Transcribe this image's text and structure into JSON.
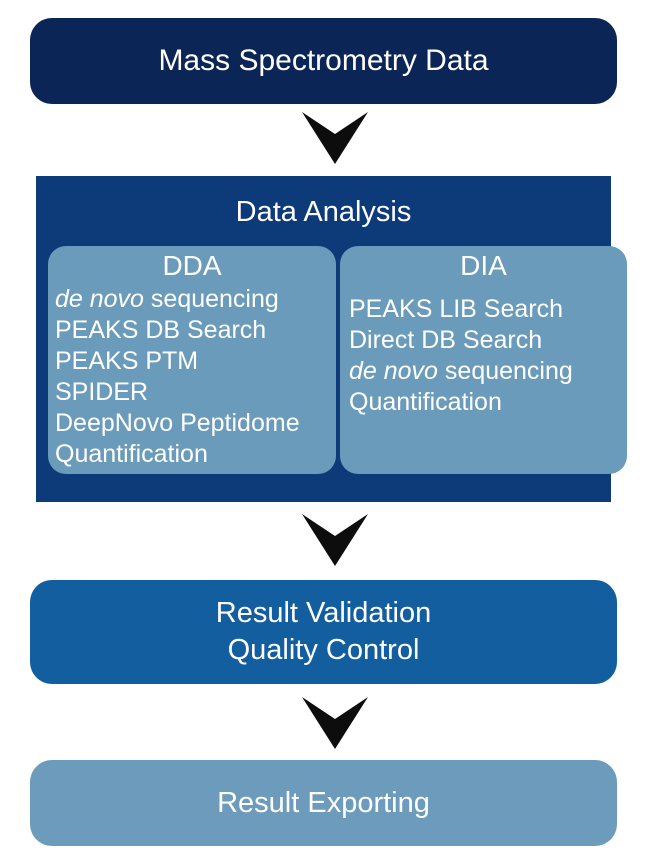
{
  "diagram": {
    "steps": {
      "mass_spec": "Mass Spectrometry Data",
      "analysis": "Data Analysis",
      "validation_line1": "Result Validation",
      "validation_line2": "Quality Control",
      "exporting": "Result Exporting"
    },
    "dda": {
      "title": "DDA",
      "items": [
        {
          "italic": "de novo",
          "text": " sequencing"
        },
        {
          "italic": "",
          "text": "PEAKS DB Search"
        },
        {
          "italic": "",
          "text": "PEAKS PTM"
        },
        {
          "italic": "",
          "text": "SPIDER"
        },
        {
          "italic": "",
          "text": "DeepNovo Peptidome"
        },
        {
          "italic": "",
          "text": "Quantification"
        }
      ]
    },
    "dia": {
      "title": "DIA",
      "items": [
        {
          "italic": "",
          "text": "PEAKS LIB Search"
        },
        {
          "italic": "",
          "text": "Direct DB Search"
        },
        {
          "italic": "de novo",
          "text": " sequencing"
        },
        {
          "italic": "",
          "text": "Quantification"
        }
      ]
    },
    "icons": {
      "arrow": "chevron-down-icon"
    },
    "colors": {
      "mass_spec": "#0c2557",
      "analysis": "#0d3a78",
      "panel": "#6b9bba",
      "validation": "#125e9f",
      "exporting": "#6c9bbb",
      "arrow": "#0d0d0d"
    }
  }
}
